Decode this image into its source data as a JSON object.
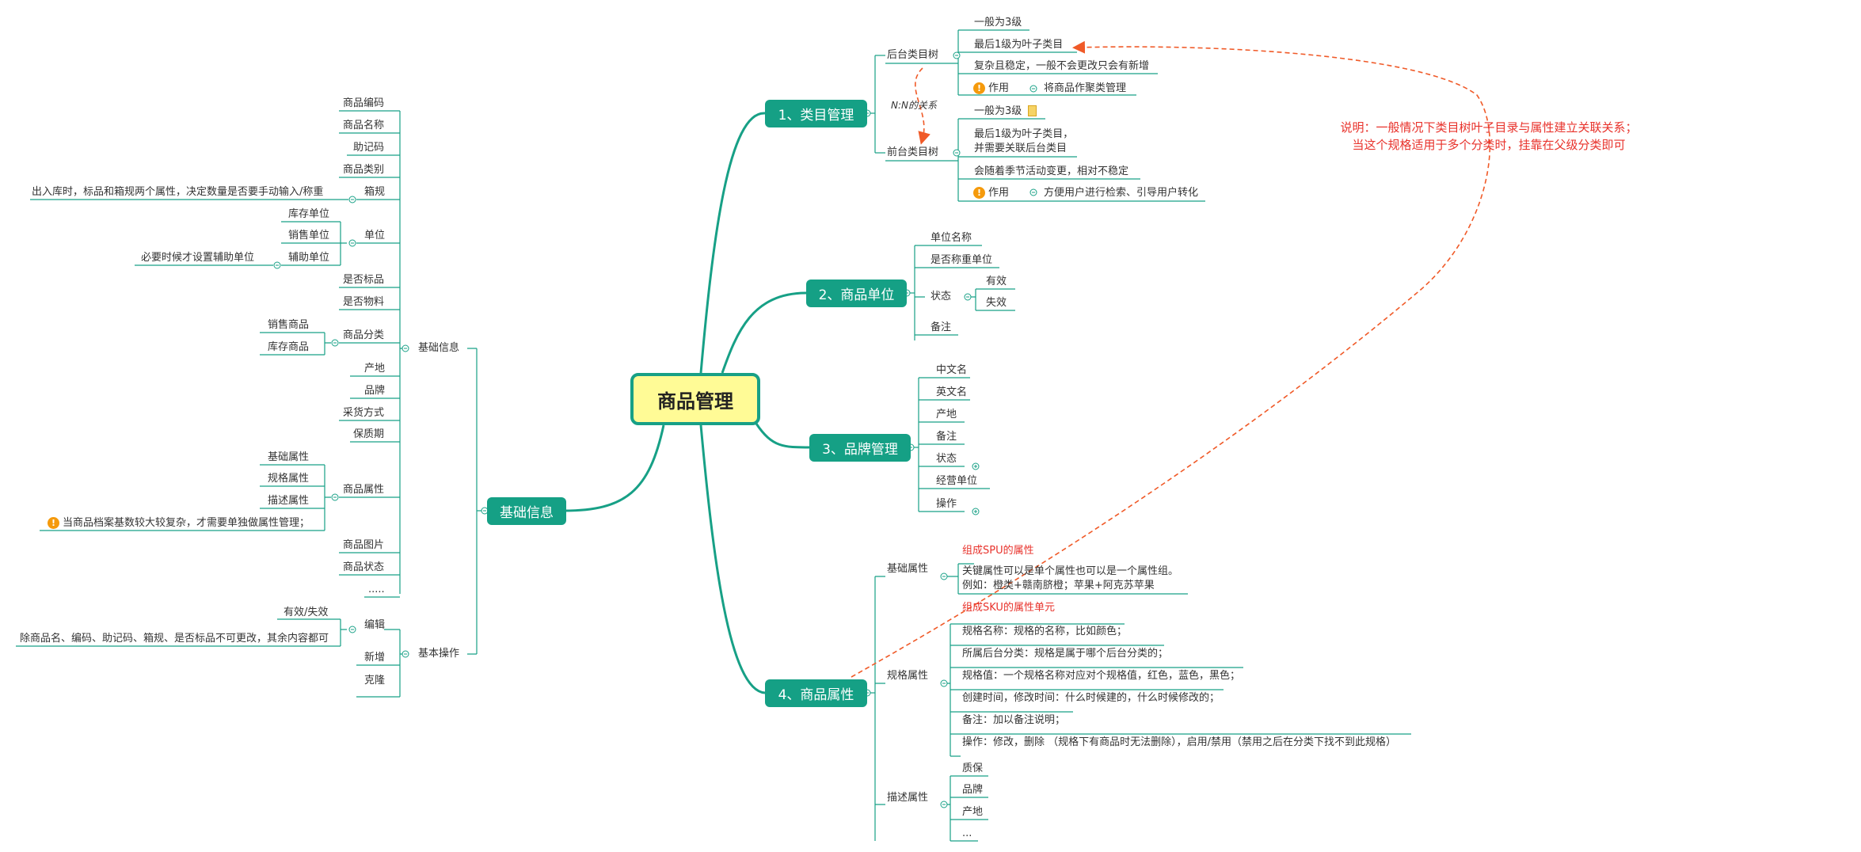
{
  "root": "商品管理",
  "branches": {
    "category": {
      "title": "1、类目管理",
      "backend_tree": "后台类目树",
      "backend_items": [
        "一般为3级",
        "最后1级为叶子类目",
        "复杂且稳定，一般不会更改只会有新增"
      ],
      "backend_usage_label": "作用",
      "backend_usage_value": "将商品作聚类管理",
      "relation": "N:N的关系",
      "frontend_tree": "前台类目树",
      "frontend_items": [
        "一般为3级",
        "最后1级为叶子类目，",
        "并需要关联后台类目",
        "会随着季节活动变更，相对不稳定"
      ],
      "frontend_usage_label": "作用",
      "frontend_usage_value": "方便用户进行检索、引导用户转化"
    },
    "unit": {
      "title": "2、商品单位",
      "items": [
        "单位名称",
        "是否称重单位",
        "状态",
        "备注"
      ],
      "status_values": [
        "有效",
        "失效"
      ]
    },
    "brand": {
      "title": "3、品牌管理",
      "items": [
        "中文名",
        "英文名",
        "产地",
        "备注",
        "状态",
        "经营单位",
        "操作"
      ]
    },
    "attribute": {
      "title": "4、商品属性",
      "basic_label": "基础属性",
      "basic_items": [
        "组成SPU的属性",
        "关键属性可以是单个属性也可以是一个属性组。",
        "例如：橙类+赣南脐橙；苹果+阿克苏苹果"
      ],
      "spec_label": "规格属性",
      "spec_items": [
        "组成SKU的属性单元",
        "规格名称：规格的名称，比如颜色；",
        "所属后台分类：规格是属于哪个后台分类的；",
        "规格值：一个规格名称对应对个规格值，红色，蓝色，黑色；",
        "创建时间，修改时间：什么时候建的，什么时候修改的；",
        "备注：加以备注说明；",
        "操作：修改，删除 （规格下有商品时无法删除），启用/禁用（禁用之后在分类下找不到此规格）"
      ],
      "desc_label": "描述属性",
      "desc_items": [
        "质保",
        "品牌",
        "产地",
        "..."
      ]
    },
    "basic_info": {
      "title": "基础信息",
      "info_label": "基础信息",
      "info_items": [
        "商品编码",
        "商品名称",
        "助记码",
        "商品类别",
        "箱规",
        "单位",
        "是否标品",
        "是否物料",
        "商品分类",
        "产地",
        "品牌",
        "采货方式",
        "保质期",
        "商品属性",
        "商品图片",
        "商品状态",
        "....."
      ],
      "box_note": "出入库时，标品和箱规两个属性，决定数量是否要手动输入/称重",
      "unit_items": [
        "库存单位",
        "销售单位",
        "辅助单位"
      ],
      "aux_note": "必要时候才设置辅助单位",
      "class_items": [
        "销售商品",
        "库存商品"
      ],
      "attr_items": [
        "基础属性",
        "规格属性",
        "描述属性"
      ],
      "attr_note": "当商品档案基数较大较复杂，才需要单独做属性管理；",
      "ops_label": "基本操作",
      "ops_items": [
        "编辑",
        "新增",
        "克隆"
      ],
      "edit_items": [
        "有效/失效",
        "除商品名、编码、助记码、箱规、是否标品不可更改，其余内容都可"
      ]
    }
  },
  "explanation": [
    "说明：一般情况下类目树叶子目录与属性建立关联关系；",
    "当这个规格适用于多个分类时，挂靠在父级分类即可"
  ],
  "colors": {
    "line": "#17a086",
    "topic": "#15a085",
    "center_fill": "#fffb96",
    "red": "#e8322b",
    "warn": "#f59a0c"
  }
}
